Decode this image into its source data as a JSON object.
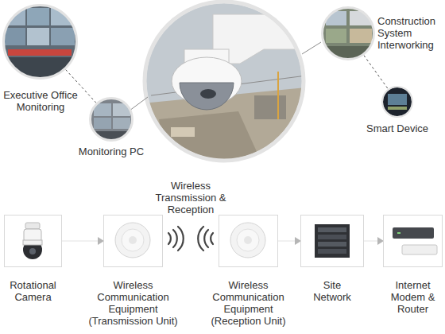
{
  "diagram": {
    "nodes": [
      {
        "text": [
          "Executive Office Monitoring"
        ]
      },
      {
        "text": [
          "Monitoring PC"
        ]
      },
      {
        "text": [
          "Construction System Interworking"
        ]
      },
      {
        "text": [
          "Smart Device"
        ]
      },
      {
        "text": [
          "Rotational Camera"
        ]
      },
      {
        "text": [
          "Wireless Communication Equipment (Transmission Unit)"
        ]
      },
      {
        "text": [
          "Wireless Communication Equipment (Reception Unit)"
        ]
      },
      {
        "text": [
          "Site Network"
        ]
      },
      {
        "text": [
          "Internet Modem & Router"
        ]
      }
    ],
    "edges": [
      {
        "from": 0,
        "to": 1,
        "arrow": "none"
      },
      {
        "from": 2,
        "to": 3,
        "arrow": "none"
      },
      {
        "from": 4,
        "to": 5,
        "arrow": "to"
      },
      {
        "from": 6,
        "to": 7,
        "arrow": "to"
      },
      {
        "from": 7,
        "to": 8,
        "arrow": "to"
      }
    ],
    "labels": [
      "Wireless Transmission & Reception"
    ]
  }
}
